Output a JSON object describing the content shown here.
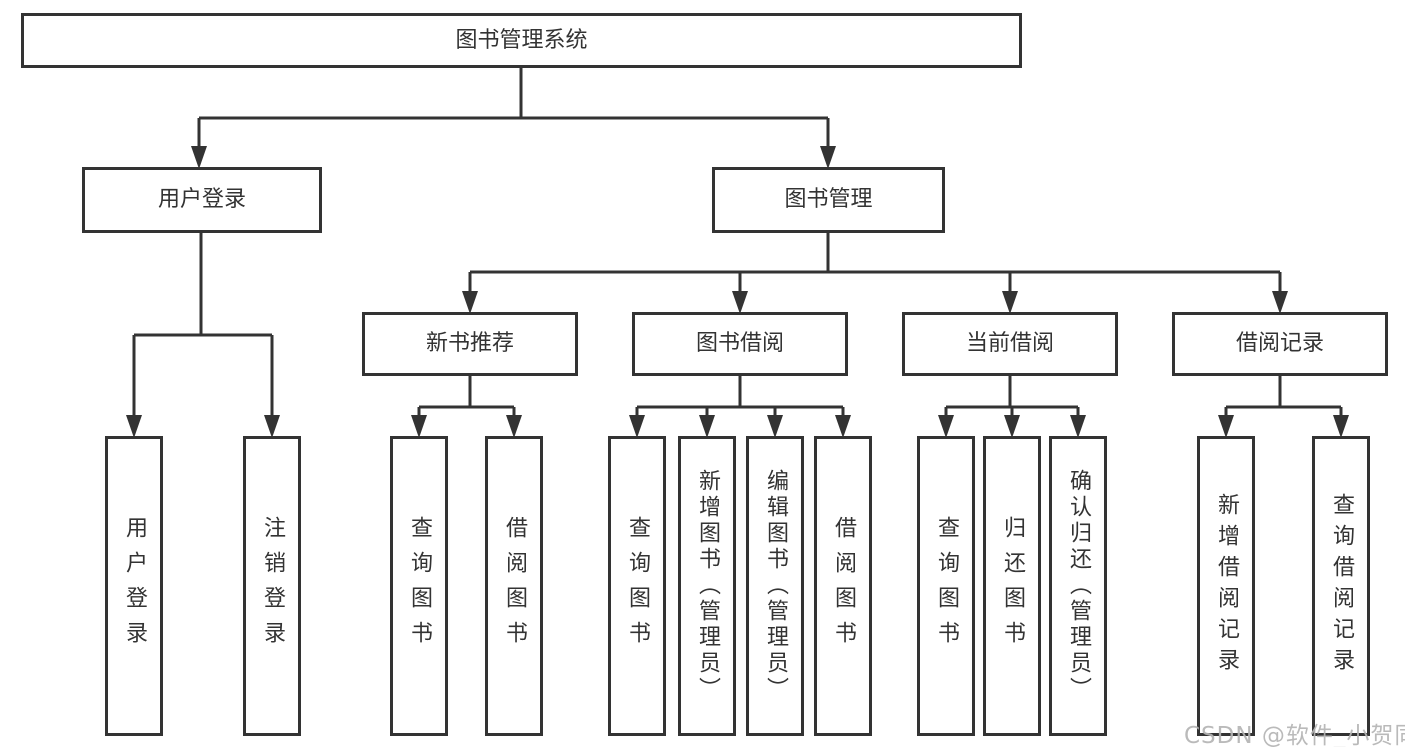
{
  "tree": {
    "label": "图书管理系统",
    "children": [
      {
        "label": "用户登录",
        "children": [
          {
            "label": "用户登录"
          },
          {
            "label": "注销登录"
          }
        ]
      },
      {
        "label": "图书管理",
        "children": [
          {
            "label": "新书推荐",
            "children": [
              {
                "label": "查询图书"
              },
              {
                "label": "借阅图书"
              }
            ]
          },
          {
            "label": "图书借阅",
            "children": [
              {
                "label": "查询图书"
              },
              {
                "label": "新增图书（管理员）"
              },
              {
                "label": "编辑图书（管理员）"
              },
              {
                "label": "借阅图书"
              }
            ]
          },
          {
            "label": "当前借阅",
            "children": [
              {
                "label": "查询图书"
              },
              {
                "label": "归还图书"
              },
              {
                "label": "确认归还（管理员）"
              }
            ]
          },
          {
            "label": "借阅记录",
            "children": [
              {
                "label": "新增借阅记录"
              },
              {
                "label": "查询借阅记录"
              }
            ]
          }
        ]
      }
    ]
  },
  "watermark": {
    "text": "CSDN @软件_小贺同学"
  },
  "colors": {
    "line": "#333333",
    "text": "#333333",
    "background": "#ffffff",
    "watermark_text": "#b5b5b5"
  }
}
